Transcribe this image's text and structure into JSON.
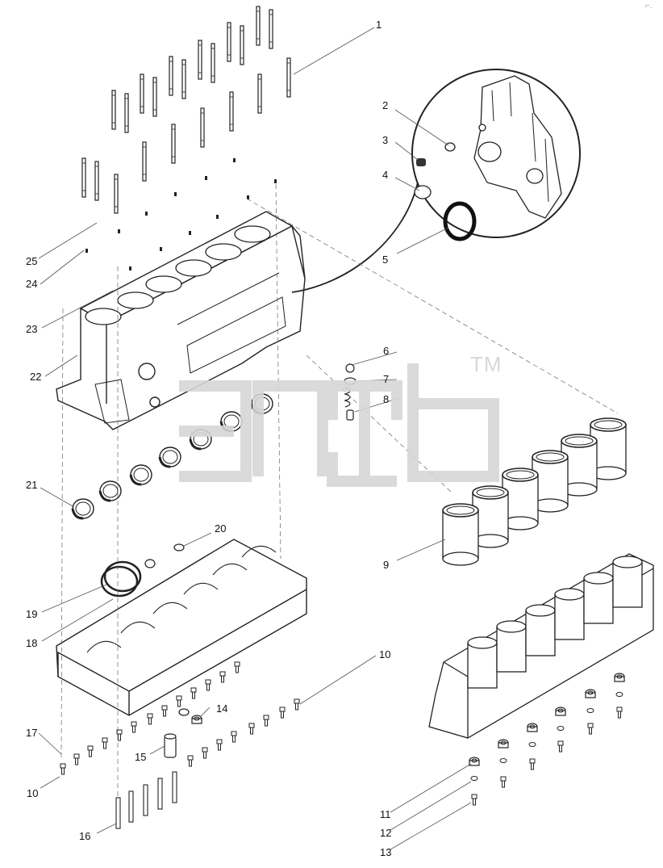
{
  "diagram": {
    "callouts": [
      "1",
      "2",
      "3",
      "4",
      "5",
      "6",
      "7",
      "8",
      "9",
      "10",
      "10",
      "11",
      "12",
      "13",
      "14",
      "15",
      "16",
      "17",
      "18",
      "19",
      "20",
      "21",
      "22",
      "23",
      "24",
      "25"
    ],
    "watermark_tm": "TM"
  },
  "colors": {
    "line": "#222222",
    "leader": "#555555",
    "watermark": "#d6d6d6"
  }
}
